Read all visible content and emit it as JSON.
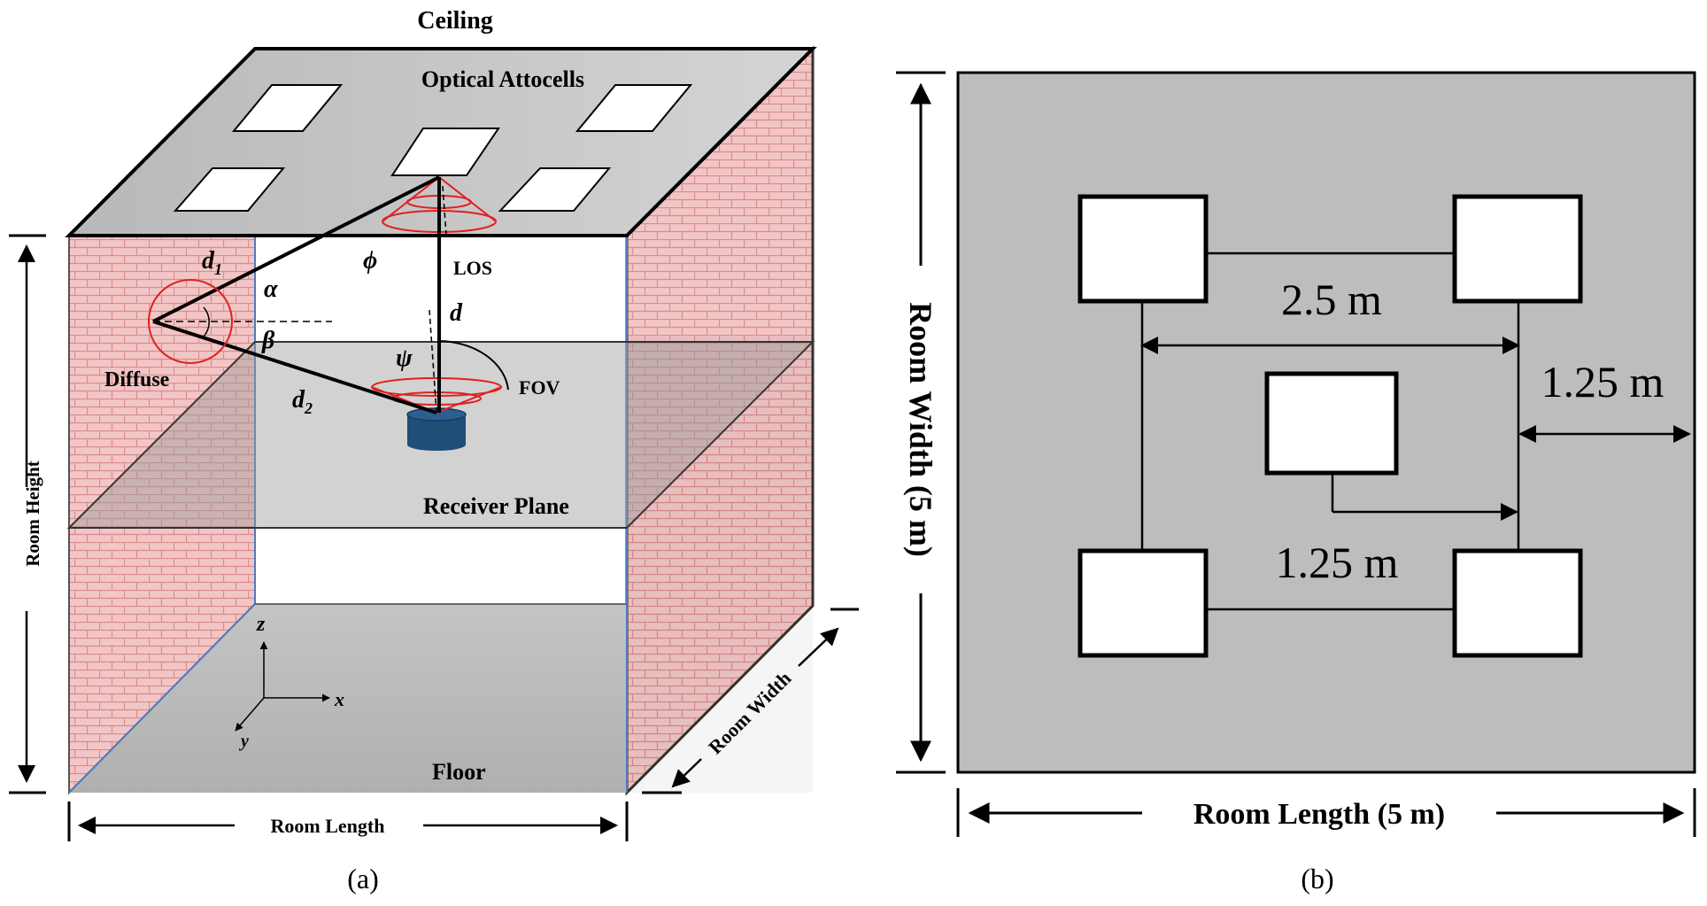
{
  "panel_a": {
    "ceiling": "Ceiling",
    "optical_attocells": "Optical Attocells",
    "los": "LOS",
    "diffuse": "Diffuse",
    "fov": "FOV",
    "receiver_plane": "Receiver Plane",
    "floor": "Floor",
    "room_height": "Room Height",
    "room_length": "Room Length",
    "room_width": "Room Width",
    "sym_d1": "d",
    "sym_d1_sub": "1",
    "sym_d2": "d",
    "sym_d2_sub": "2",
    "sym_d": "d",
    "sym_alpha": "α",
    "sym_beta": "β",
    "sym_phi": "ϕ",
    "sym_psi": "ψ",
    "axis_z": "z",
    "axis_x": "x",
    "axis_y": "y",
    "caption": "(a)"
  },
  "panel_b": {
    "dim_2_5": "2.5 m",
    "dim_1_25_right": "1.25 m",
    "dim_1_25_center": "1.25 m",
    "room_width": "Room Width  (5 m)",
    "room_length": "Room Length (5 m)",
    "caption": "(b)"
  },
  "colors": {
    "wall_brick": "#f0c4c4",
    "mortar": "#d88a8a",
    "gray_surface": "#bdbdbd",
    "receiver_blue": "#1f4e79",
    "cone_red": "#e02020"
  }
}
